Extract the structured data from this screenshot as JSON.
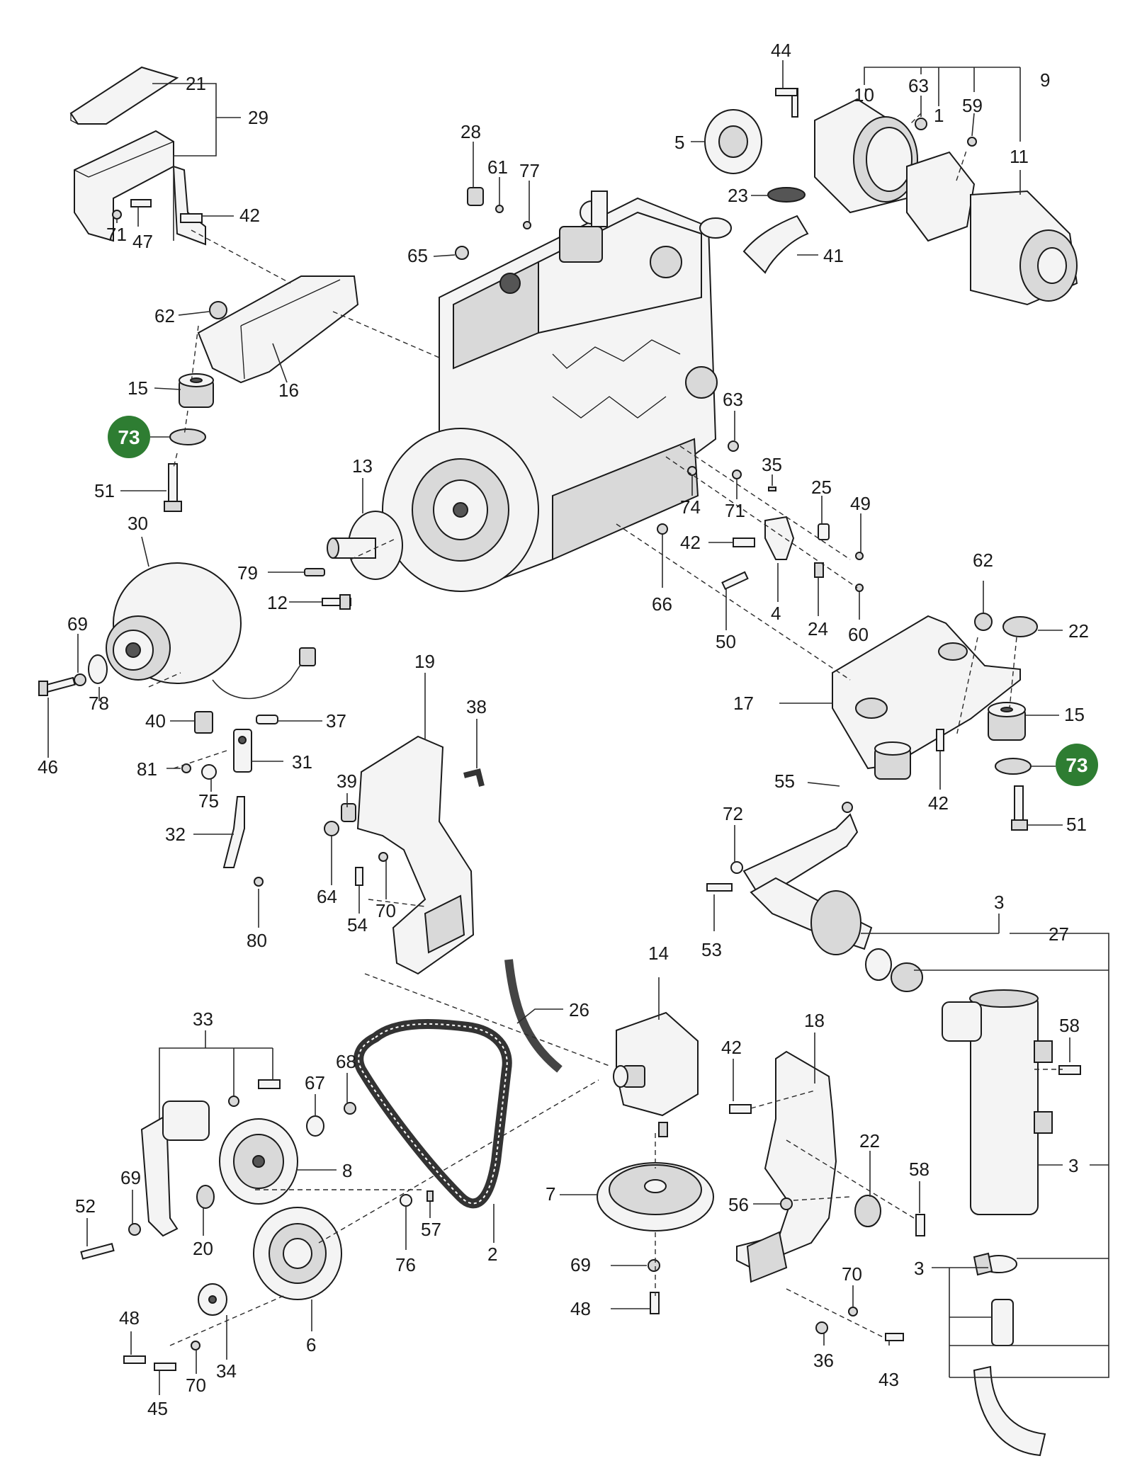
{
  "callouts": [
    "1",
    "2",
    "3",
    "4",
    "5",
    "6",
    "7",
    "8",
    "9",
    "10",
    "11",
    "12",
    "13",
    "14",
    "15",
    "16",
    "17",
    "18",
    "19",
    "20",
    "21",
    "22",
    "23",
    "24",
    "25",
    "26",
    "27",
    "28",
    "29",
    "30",
    "31",
    "32",
    "33",
    "34",
    "35",
    "36",
    "37",
    "38",
    "39",
    "40",
    "41",
    "42",
    "43",
    "44",
    "45",
    "46",
    "47",
    "48",
    "49",
    "50",
    "51",
    "52",
    "53",
    "54",
    "55",
    "56",
    "57",
    "58",
    "59",
    "60",
    "61",
    "62",
    "63",
    "64",
    "65",
    "66",
    "67",
    "68",
    "69",
    "70",
    "71",
    "72",
    "73",
    "74",
    "75",
    "76",
    "77",
    "78",
    "79",
    "80",
    "81"
  ],
  "highlight": {
    "number": "73",
    "color": "#2e7d32"
  }
}
